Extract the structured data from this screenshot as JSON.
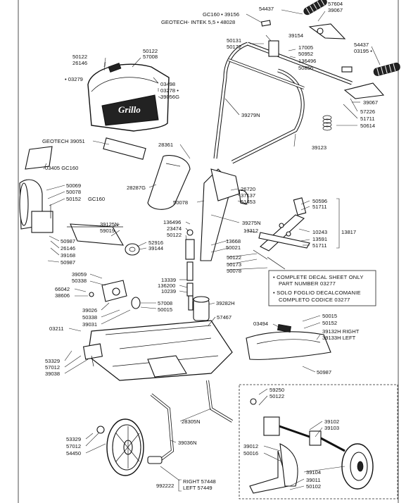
{
  "labels": [
    {
      "id": "54437a",
      "text": "54437"
    },
    {
      "id": "57604",
      "text": "57604"
    },
    {
      "id": "39067a",
      "text": "39067"
    },
    {
      "id": "gc160",
      "text": "GC160 • 39156"
    },
    {
      "id": "geotech_intek",
      "text": "GEOTECH- INTEK 5,5 • 48028"
    },
    {
      "id": "39154",
      "text": "39154"
    },
    {
      "id": "50131",
      "text": "50131"
    },
    {
      "id": "50172",
      "text": "50172"
    },
    {
      "id": "17005",
      "text": "17005"
    },
    {
      "id": "50952",
      "text": "50952"
    },
    {
      "id": "136496a",
      "text": "136496"
    },
    {
      "id": "50856",
      "text": "50856"
    },
    {
      "id": "54437b",
      "text": "54437"
    },
    {
      "id": "03195",
      "text": "03195 •"
    },
    {
      "id": "50122a",
      "text": "50122"
    },
    {
      "id": "26146a",
      "text": "26146"
    },
    {
      "id": "50122b",
      "text": "50122"
    },
    {
      "id": "57008a",
      "text": "57008"
    },
    {
      "id": "03279",
      "text": "• 03279"
    },
    {
      "id": "03498",
      "text": "03498"
    },
    {
      "id": "03278",
      "text": "03278 •"
    },
    {
      "id": "39056g",
      "text": "39056G"
    },
    {
      "id": "39067b",
      "text": "39067"
    },
    {
      "id": "57226",
      "text": "57226"
    },
    {
      "id": "51711a",
      "text": "51711"
    },
    {
      "id": "50614",
      "text": "50614"
    },
    {
      "id": "39279n",
      "text": "39279N"
    },
    {
      "id": "39123",
      "text": "39123"
    },
    {
      "id": "geotech39051",
      "text": "GEOTECH 39051"
    },
    {
      "id": "28361",
      "text": "28361"
    },
    {
      "id": "03405",
      "text": "03405 GC160"
    },
    {
      "id": "28287g",
      "text": "28287G"
    },
    {
      "id": "50069",
      "text": "50069"
    },
    {
      "id": "50078a",
      "text": "50078"
    },
    {
      "id": "50152a",
      "text": "50152"
    },
    {
      "id": "gc160b",
      "text": "GC160"
    },
    {
      "id": "26720",
      "text": "26720"
    },
    {
      "id": "37137",
      "text": "37137"
    },
    {
      "id": "51453",
      "text": "51453"
    },
    {
      "id": "50078b",
      "text": "50078"
    },
    {
      "id": "50596",
      "text": "50596"
    },
    {
      "id": "51711b",
      "text": "51711"
    },
    {
      "id": "10243",
      "text": "10243"
    },
    {
      "id": "13817",
      "text": "13817"
    },
    {
      "id": "13591",
      "text": "13591"
    },
    {
      "id": "51711c",
      "text": "51711"
    },
    {
      "id": "136496b",
      "text": "136496"
    },
    {
      "id": "23474",
      "text": "23474"
    },
    {
      "id": "50122c",
      "text": "50122"
    },
    {
      "id": "39275n",
      "text": "39275N"
    },
    {
      "id": "13312",
      "text": "13312"
    },
    {
      "id": "39125n",
      "text": "39125N"
    },
    {
      "id": "59019",
      "text": "59019"
    },
    {
      "id": "52916",
      "text": "52916"
    },
    {
      "id": "39144",
      "text": "39144"
    },
    {
      "id": "13668",
      "text": "13668"
    },
    {
      "id": "50021",
      "text": "50021"
    },
    {
      "id": "50122d",
      "text": "50122"
    },
    {
      "id": "50173",
      "text": "50173"
    },
    {
      "id": "50078c",
      "text": "50078"
    },
    {
      "id": "50987a",
      "text": "50987"
    },
    {
      "id": "26146b",
      "text": "26146"
    },
    {
      "id": "39168",
      "text": "39168"
    },
    {
      "id": "50987b",
      "text": "50987"
    },
    {
      "id": "39059",
      "text": "39059"
    },
    {
      "id": "50338a",
      "text": "50338"
    },
    {
      "id": "66042",
      "text": "66042"
    },
    {
      "id": "38606",
      "text": "38606"
    },
    {
      "id": "13339",
      "text": "13339"
    },
    {
      "id": "136200",
      "text": "136200"
    },
    {
      "id": "10239",
      "text": "10239"
    },
    {
      "id": "39282h",
      "text": "39282H"
    },
    {
      "id": "57008b",
      "text": "57008"
    },
    {
      "id": "50015a",
      "text": "50015"
    },
    {
      "id": "39026",
      "text": "39026"
    },
    {
      "id": "50338b",
      "text": "50338"
    },
    {
      "id": "39031",
      "text": "39031"
    },
    {
      "id": "57467",
      "text": "57467"
    },
    {
      "id": "03494",
      "text": "03494"
    },
    {
      "id": "50015b",
      "text": "50015"
    },
    {
      "id": "50152b",
      "text": "50152"
    },
    {
      "id": "39132h",
      "text": "39132H RIGHT"
    },
    {
      "id": "39133h",
      "text": "39133H LEFT"
    },
    {
      "id": "03211",
      "text": "03211"
    },
    {
      "id": "53329a",
      "text": "53329"
    },
    {
      "id": "57012a",
      "text": "57012"
    },
    {
      "id": "39038",
      "text": "39038"
    },
    {
      "id": "50987c",
      "text": "50987"
    },
    {
      "id": "59250",
      "text": "59250"
    },
    {
      "id": "50122e",
      "text": "50122"
    },
    {
      "id": "28305n",
      "text": "28305N"
    },
    {
      "id": "39102",
      "text": "39102"
    },
    {
      "id": "39103",
      "text": "39103"
    },
    {
      "id": "53329b",
      "text": "53329"
    },
    {
      "id": "57012b",
      "text": "57012"
    },
    {
      "id": "54450",
      "text": "54450"
    },
    {
      "id": "39036n",
      "text": "39036N"
    },
    {
      "id": "39012",
      "text": "39012"
    },
    {
      "id": "50016",
      "text": "50016"
    },
    {
      "id": "39104",
      "text": "39104"
    },
    {
      "id": "39011",
      "text": "39011"
    },
    {
      "id": "50102",
      "text": "50102"
    },
    {
      "id": "992222",
      "text": "992222"
    },
    {
      "id": "right57448",
      "text": "RIGHT 57448"
    },
    {
      "id": "left57449",
      "text": "LEFT 57449"
    }
  ],
  "notes": {
    "line1": "•  COMPLETE DECAL SHEET ONLY",
    "line2": "PART NUMBER 03277",
    "line3": "•  SOLO FOGLIO DECALCOMANIE",
    "line4": "COMPLETO CODICE 03277"
  },
  "brand": {
    "logo_text": "Grillo"
  }
}
